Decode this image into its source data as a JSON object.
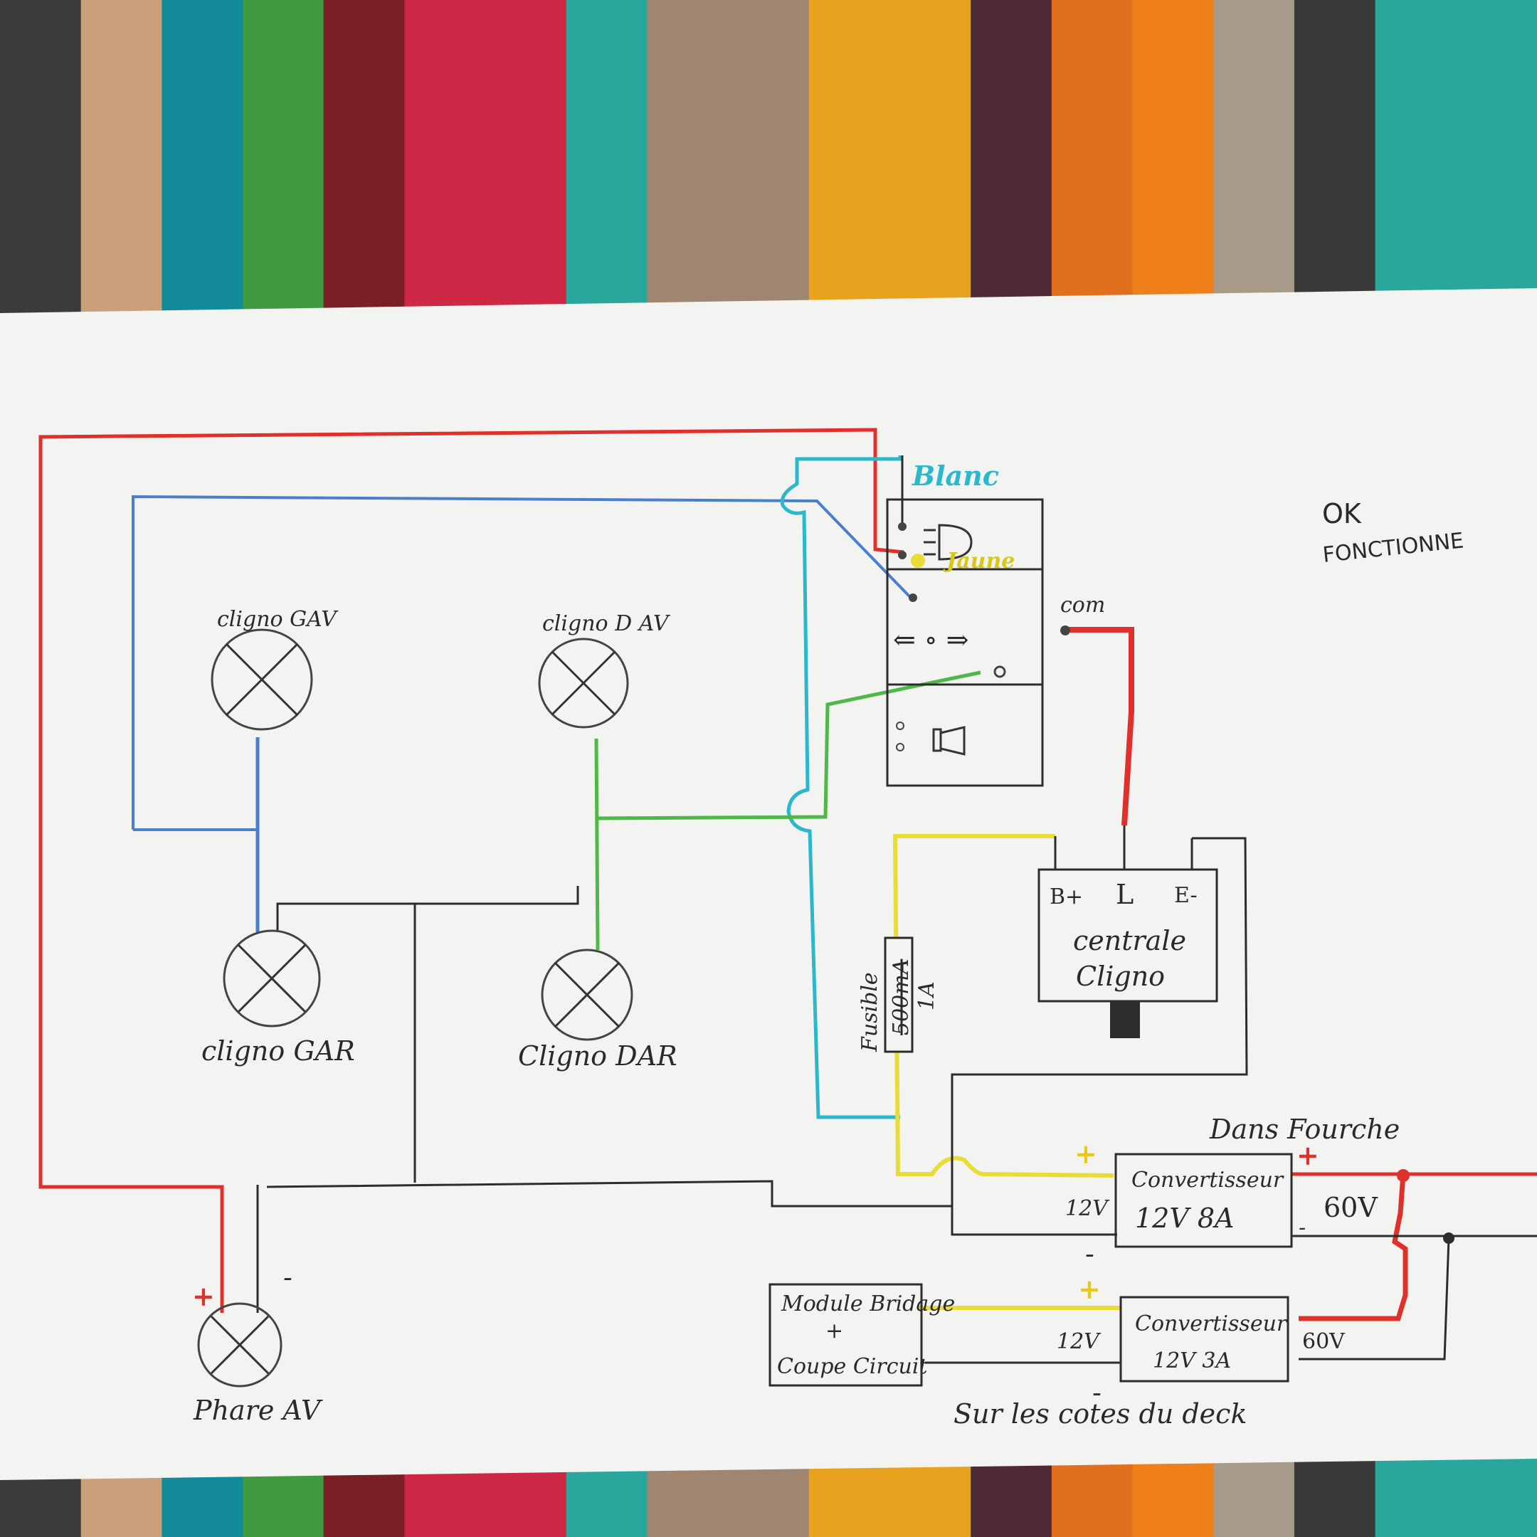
{
  "colors": {
    "stripes": [
      "#3b3b3b",
      "#c9a07a",
      "#138a9a",
      "#3f9a40",
      "#7a1f25",
      "#cf2847",
      "#cf2847",
      "#2aa79c",
      "#a08570",
      "#a08570",
      "#e9a21e",
      "#e9a21e",
      "#4e2a35",
      "#e0701e",
      "#ef7f1b",
      "#a89a88",
      "#3a3a3a",
      "#2aa79c",
      "#2aa79c"
    ],
    "paper": "#f3f3f1",
    "wire_red": "#e0302c",
    "wire_blue": "#4a7fcc",
    "wire_cyan": "#2bb8cc",
    "wire_green": "#4fb848",
    "wire_yellow": "#e9dc3a",
    "wire_black": "#2c2c2c"
  },
  "labels": {
    "status_line1": "OK",
    "status_line2": "FONCTIONNE",
    "blanc": "Blanc",
    "jaune": "Jaune",
    "com": "com",
    "cligno_gav": "cligno GAV",
    "cligno_dav": "cligno D AV",
    "cligno_gar": "cligno GAR",
    "cligno_dar": "Cligno DAR",
    "phare_av": "Phare AV",
    "plus": "+",
    "minus": "-",
    "fusible": "Fusible",
    "fusible_value_struck": "500mA",
    "fusible_value": "1A",
    "centrale_line1": "centrale",
    "centrale_line2": "Cligno",
    "centrale_pin_b": "B+",
    "centrale_pin_l": "L",
    "centrale_pin_e": "E-",
    "dans_fourche": "Dans Fourche",
    "conv1_line1": "Convertisseur",
    "conv1_line2": "12V 8A",
    "conv2_line1": "Convertisseur",
    "conv2_line2": "12V 3A",
    "v12_a": "12V",
    "v12_b": "12V",
    "v60_a": "60V",
    "v60_b": "60V",
    "module_line1": "Module Bridage",
    "module_line2": "+",
    "module_line3": "Coupe Circuit",
    "deck_note": "Sur les cotes du deck",
    "switch_arrows": "⇐ ∘ ⇒"
  }
}
